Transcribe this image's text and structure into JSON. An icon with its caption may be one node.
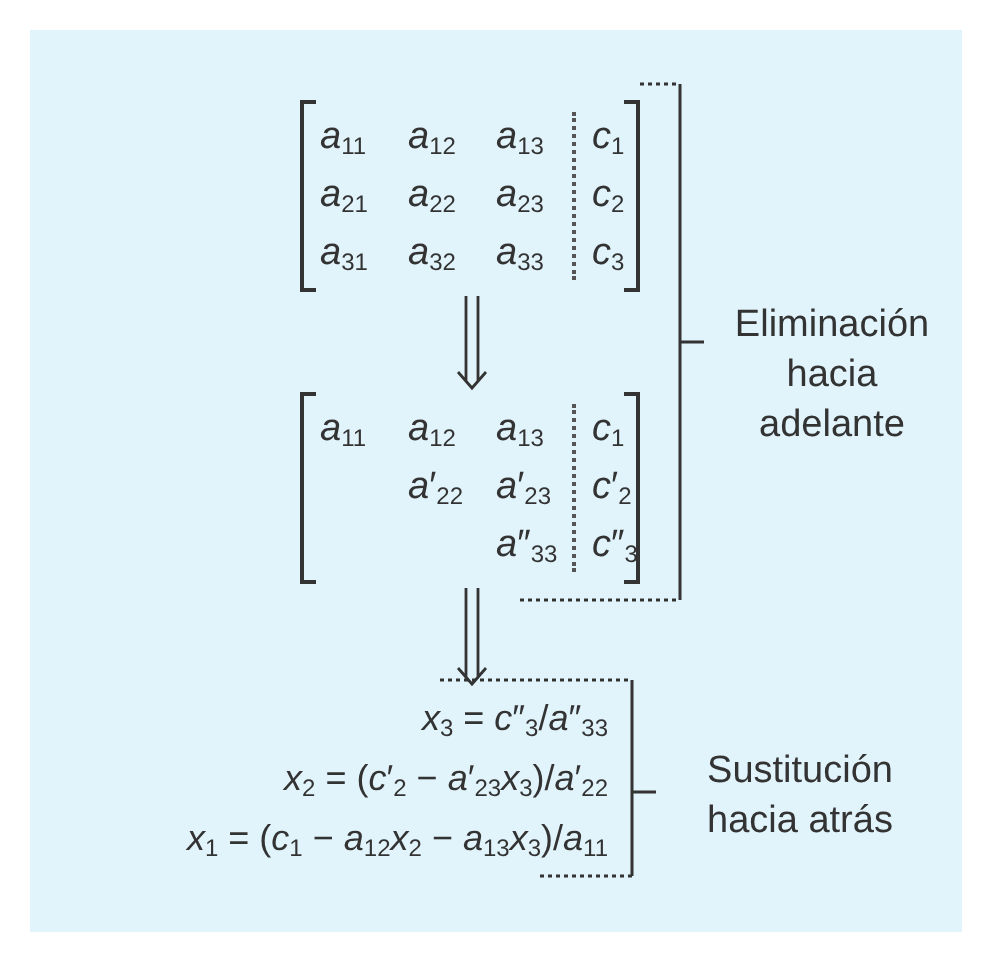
{
  "diagram": {
    "nodes": [
      {
        "text": [
          "*a*$_{11}$",
          "*a*$_{12}$",
          "*a*$_{13}$",
          "*c*$_{1}$",
          "*a*$_{21}$",
          "*a*$_{22}$",
          "*a*$_{23}$",
          "*c*$_{2}$",
          "*a*$_{31}$",
          "*a*$_{32}$",
          "*a*$_{33}$",
          "*c*$_{3}$"
        ]
      },
      {
        "text": [
          "*a*$_{11}$",
          "*a*$_{12}$",
          "*a*$_{13}$",
          "*c*$_{1}$",
          "*a*′$_{22}$",
          "*a*′$_{23}$",
          "*c*′$_{2}$",
          "*a*″$_{33}$",
          "*c*″$_{3}$"
        ]
      },
      {
        "text": [
          "*x*$_{3}$ = *c*″$_{3}$/*a*″$_{33}$",
          "*x*$_{2}$ = (*c*′$_{2}$ − *a*′$_{23}$*x*$_{3}$)/*a*′$_{22}$",
          "*x*$_{1}$ = (*c*$_{1}$ − *a*$_{12}$*x*$_{2}$ − *a*$_{13}$*x*$_{3}$)/*a*$_{11}$"
        ]
      }
    ],
    "edges": [
      {
        "from": 0,
        "to": 1,
        "arrow": "to"
      },
      {
        "from": 1,
        "to": 2,
        "arrow": "to"
      }
    ],
    "labels": [
      "Eliminación hacia adelante",
      "Sustitución hacia atrás"
    ]
  }
}
